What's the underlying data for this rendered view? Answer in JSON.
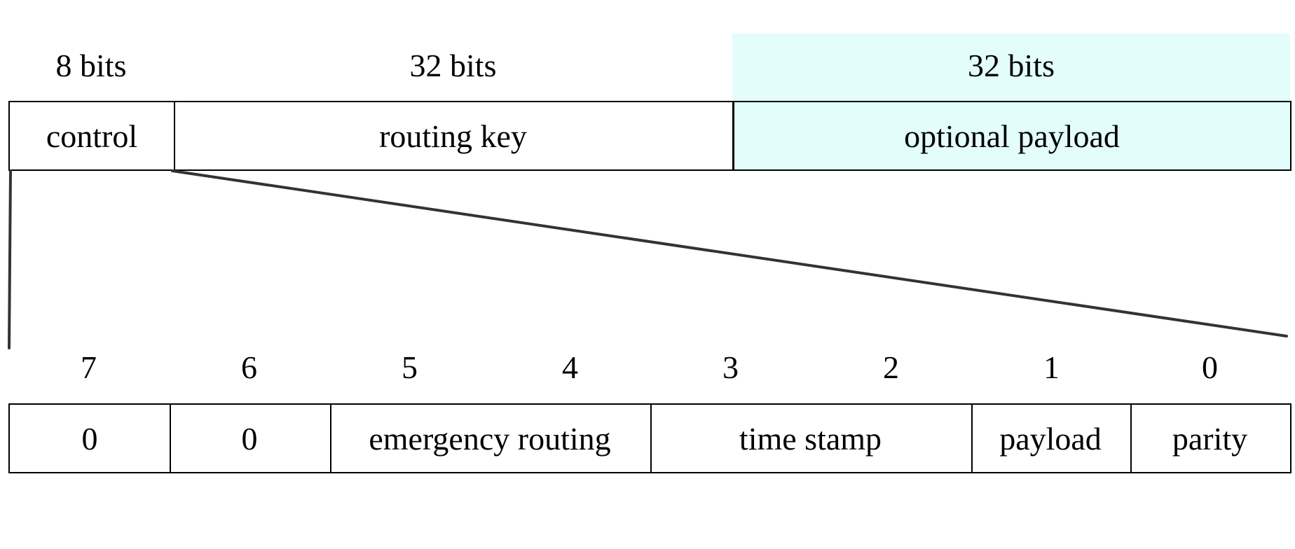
{
  "colors": {
    "payload_highlight": "#e3fdfd",
    "border": "#000000",
    "connector": "#333333",
    "text": "#000000"
  },
  "packet": {
    "sizes": [
      "8 bits",
      "32 bits",
      "32 bits"
    ],
    "fields": [
      "control",
      "routing key",
      "optional payload"
    ]
  },
  "control_byte": {
    "bits": [
      "7",
      "6",
      "5",
      "4",
      "3",
      "2",
      "1",
      "0"
    ],
    "fields": [
      "0",
      "0",
      "emergency routing",
      "time stamp",
      "payload",
      "parity"
    ]
  }
}
